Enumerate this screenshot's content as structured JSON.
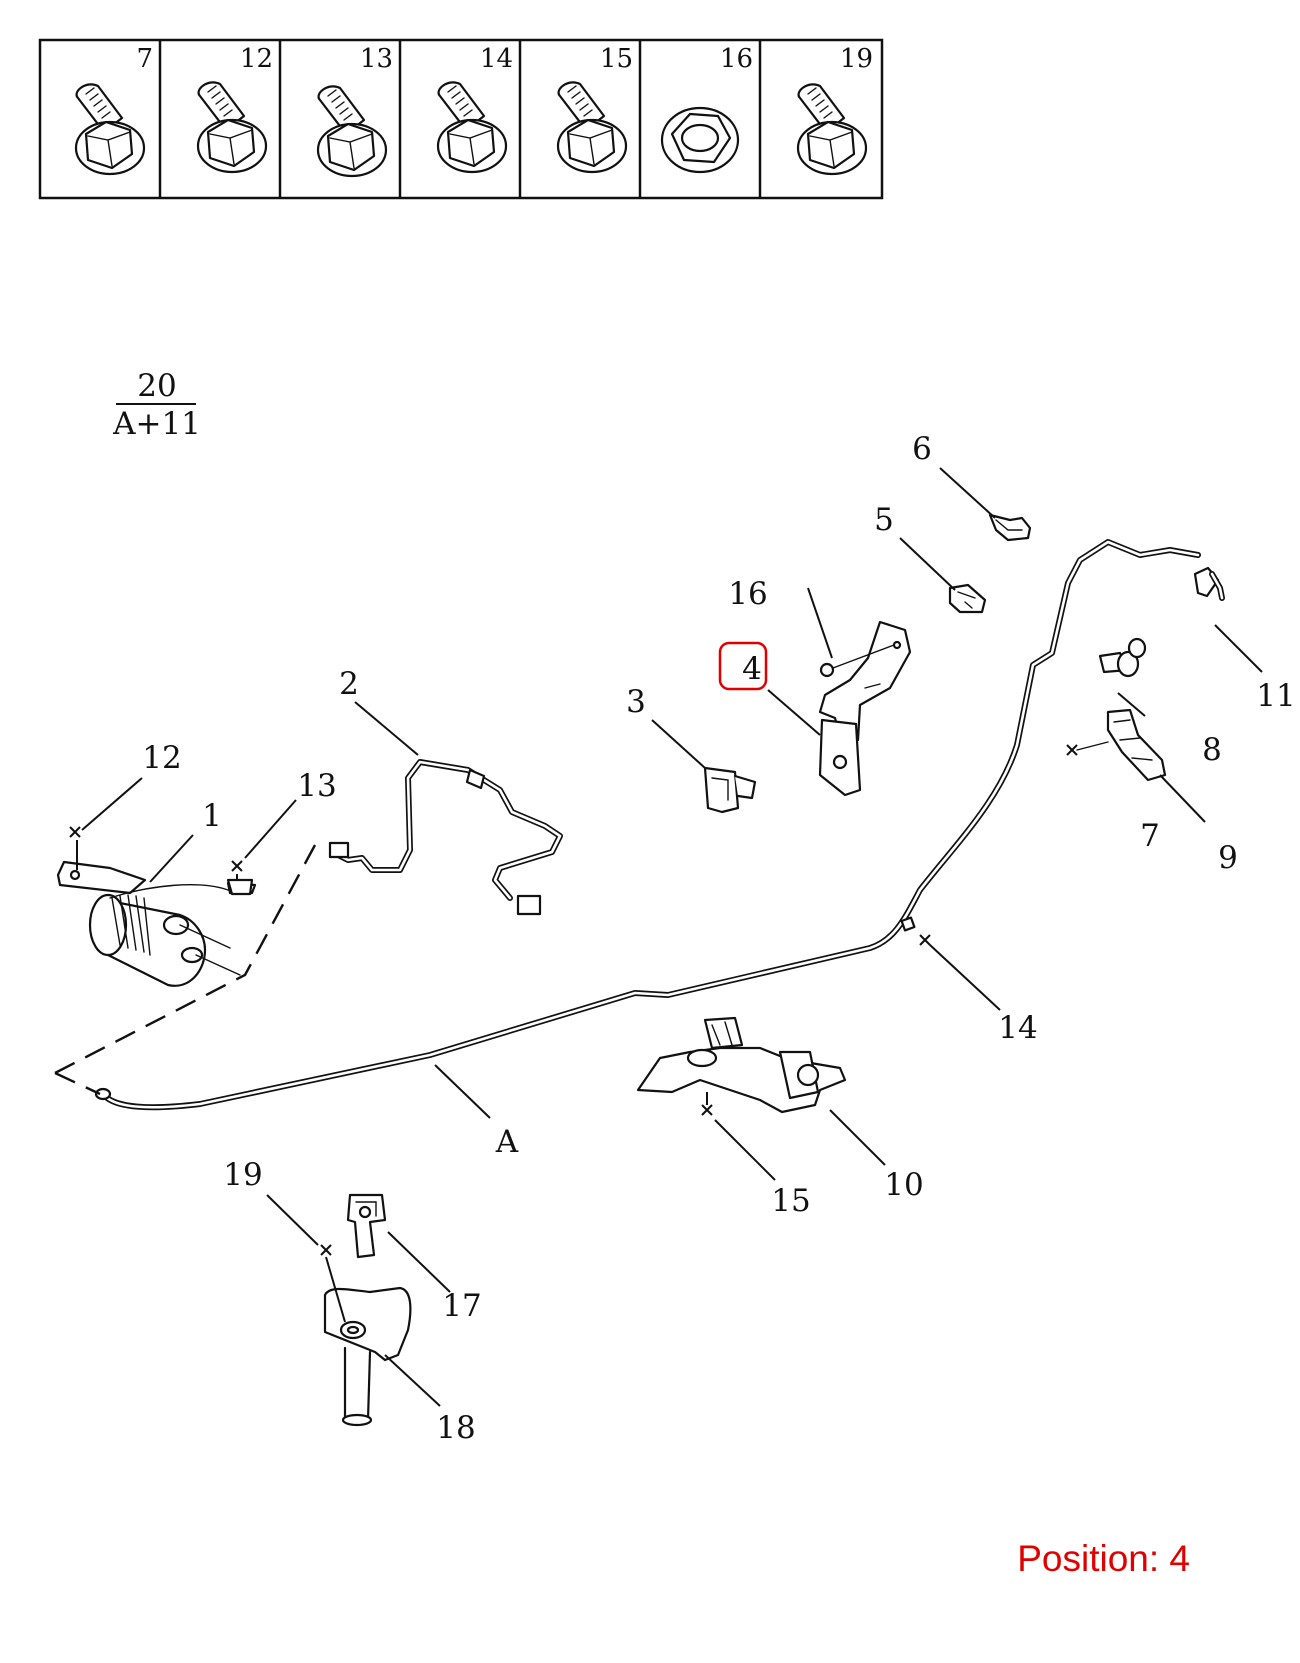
{
  "hardware_header": [
    "7",
    "12",
    "13",
    "14",
    "15",
    "16",
    "19"
  ],
  "fraction": {
    "top": "20",
    "bottom": "A+11"
  },
  "callouts": {
    "c1": "1",
    "c2": "2",
    "c3": "3",
    "c4": "4",
    "c5": "5",
    "c6": "6",
    "c7": "7",
    "c8": "8",
    "c9": "9",
    "c10": "10",
    "c11": "11",
    "c12": "12",
    "c13": "13",
    "c14": "14",
    "c15": "15",
    "c16": "16",
    "c17": "17",
    "c18": "18",
    "c19": "19",
    "cA": "A"
  },
  "highlighted_position": "4",
  "position_label": "Position: 4",
  "colors": {
    "highlight": "#e00000",
    "line": "#111111"
  }
}
